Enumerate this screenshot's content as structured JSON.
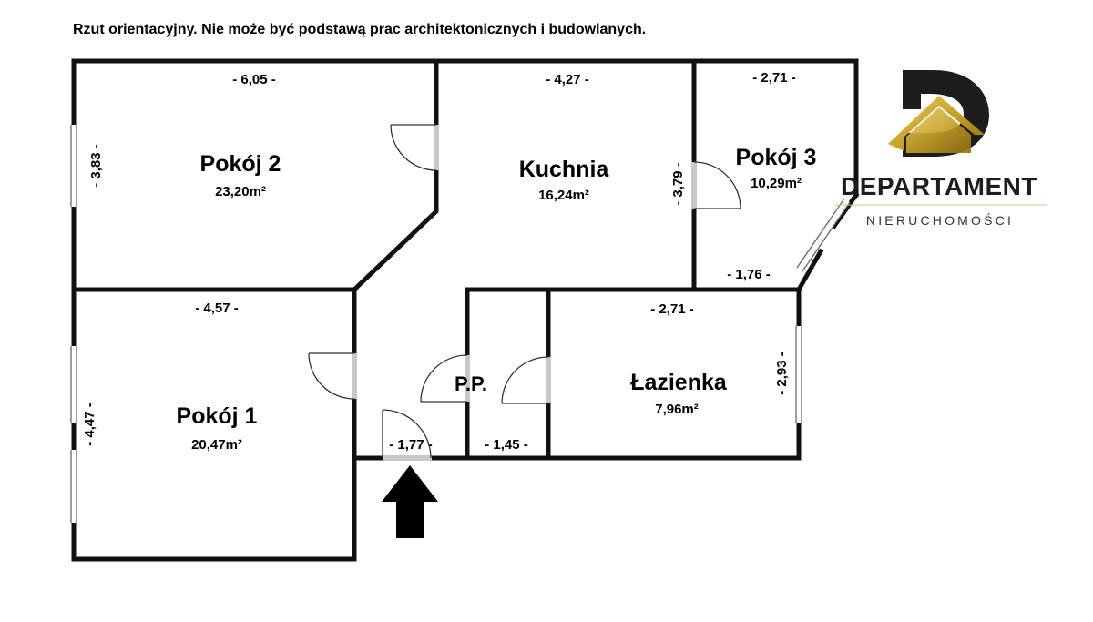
{
  "disclaimer": "Rzut orientacyjny. Nie może być podstawą prac architektonicznych i budowlanych.",
  "rooms": {
    "pokoj2": {
      "name": "Pokój 2",
      "area": "23,20m²"
    },
    "kuchnia": {
      "name": "Kuchnia",
      "area": "16,24m²"
    },
    "pokoj3": {
      "name": "Pokój 3",
      "area": "10,29m²"
    },
    "pokoj1": {
      "name": "Pokój 1",
      "area": "20,47m²"
    },
    "lazienka": {
      "name": "Łazienka",
      "area": "7,96m²"
    },
    "pp": {
      "name": "P.P."
    }
  },
  "dimensions": {
    "pokoj2_width": "- 6,05 -",
    "pokoj2_height": "- 3,83 -",
    "kuchnia_width": "- 4,27 -",
    "kuchnia_height": "- 3,79 -",
    "pokoj3_width": "- 2,71 -",
    "pokoj3_bottom": "- 1,76 -",
    "pokoj1_width": "- 4,57 -",
    "pokoj1_height": "- 4,47 -",
    "lazienka_width": "- 2,71 -",
    "lazienka_height": "- 2,93 -",
    "hall_width": "- 1,77 -",
    "pp_width": "- 1,45 -"
  },
  "brand": {
    "name": "DEPARTAMENT",
    "subtitle": "NIERUCHOMOŚCI",
    "gold": "#c9a227",
    "dark": "#1d1d1d"
  },
  "entrance": {
    "icon": "arrow-up-icon"
  }
}
